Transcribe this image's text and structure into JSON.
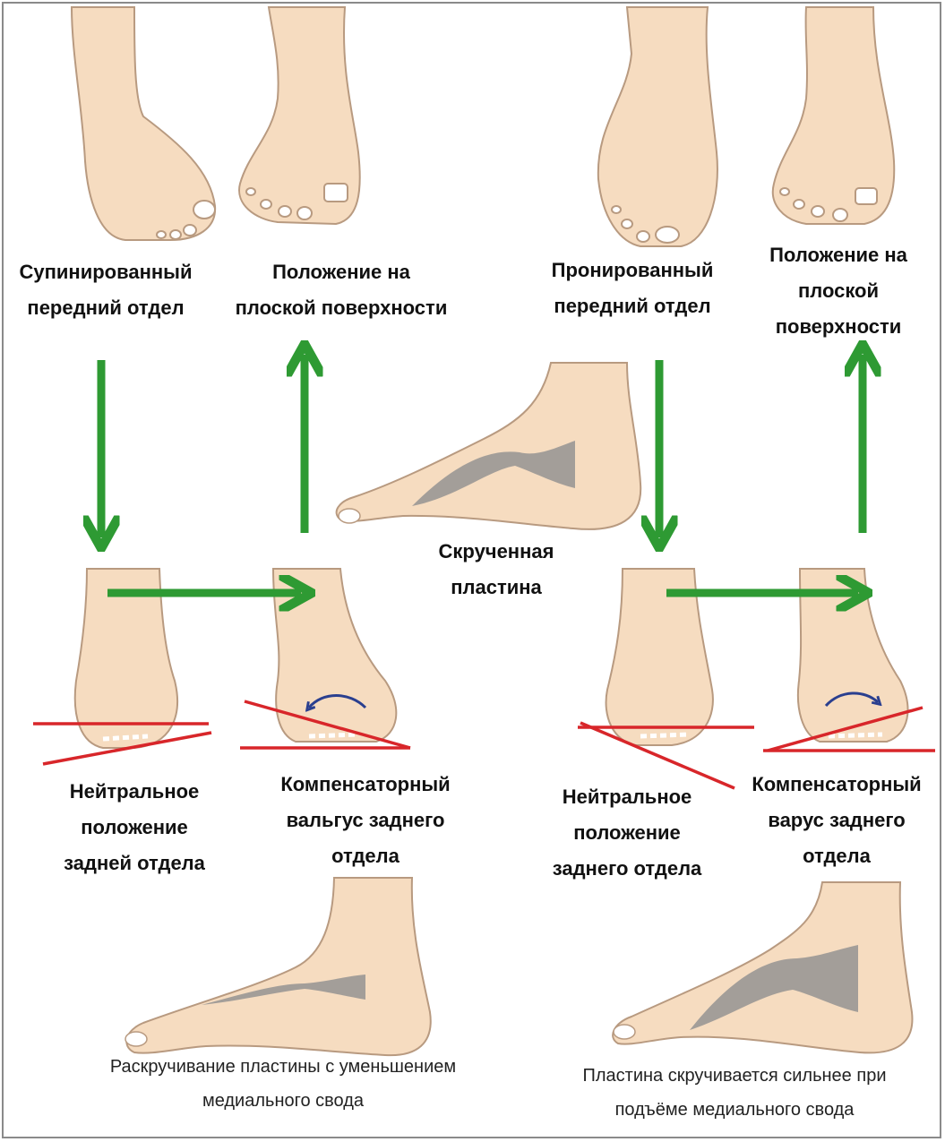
{
  "labels": {
    "supinated_forefoot": "Супинированный\nпередний отдел",
    "flat_position_left": "Положение на\nплоской поверхности",
    "pronated_forefoot": "Пронированный\nпередний отдел",
    "flat_position_right": "Положение на\nплоской\nповерхности",
    "twisted_plate": "Скрученная\nпластина",
    "neutral_rearfoot_left": "Нейтральное\nположение\nзадней отдела",
    "compensatory_valgus": "Компенсаторный\nвальгус заднего\nотдела",
    "neutral_rearfoot_right": "Нейтральное\nположение\nзаднего отдела",
    "compensatory_varus": "Компенсаторный\nварус заднего\nотдела"
  },
  "captions": {
    "untwisting": "Раскручивание пластины с уменьшением\nмедиального свода",
    "twisting_more": "Пластина скручивается сильнее при\nподъёме медиального свода"
  },
  "colors": {
    "skin": "#f6dcc0",
    "skin_outline": "#b89a80",
    "arrow": "#2e9a33",
    "line": "#d8262a",
    "rotation": "#2a3f8f",
    "plate": "#8f8f8f",
    "frame": "#8a8a8a"
  }
}
